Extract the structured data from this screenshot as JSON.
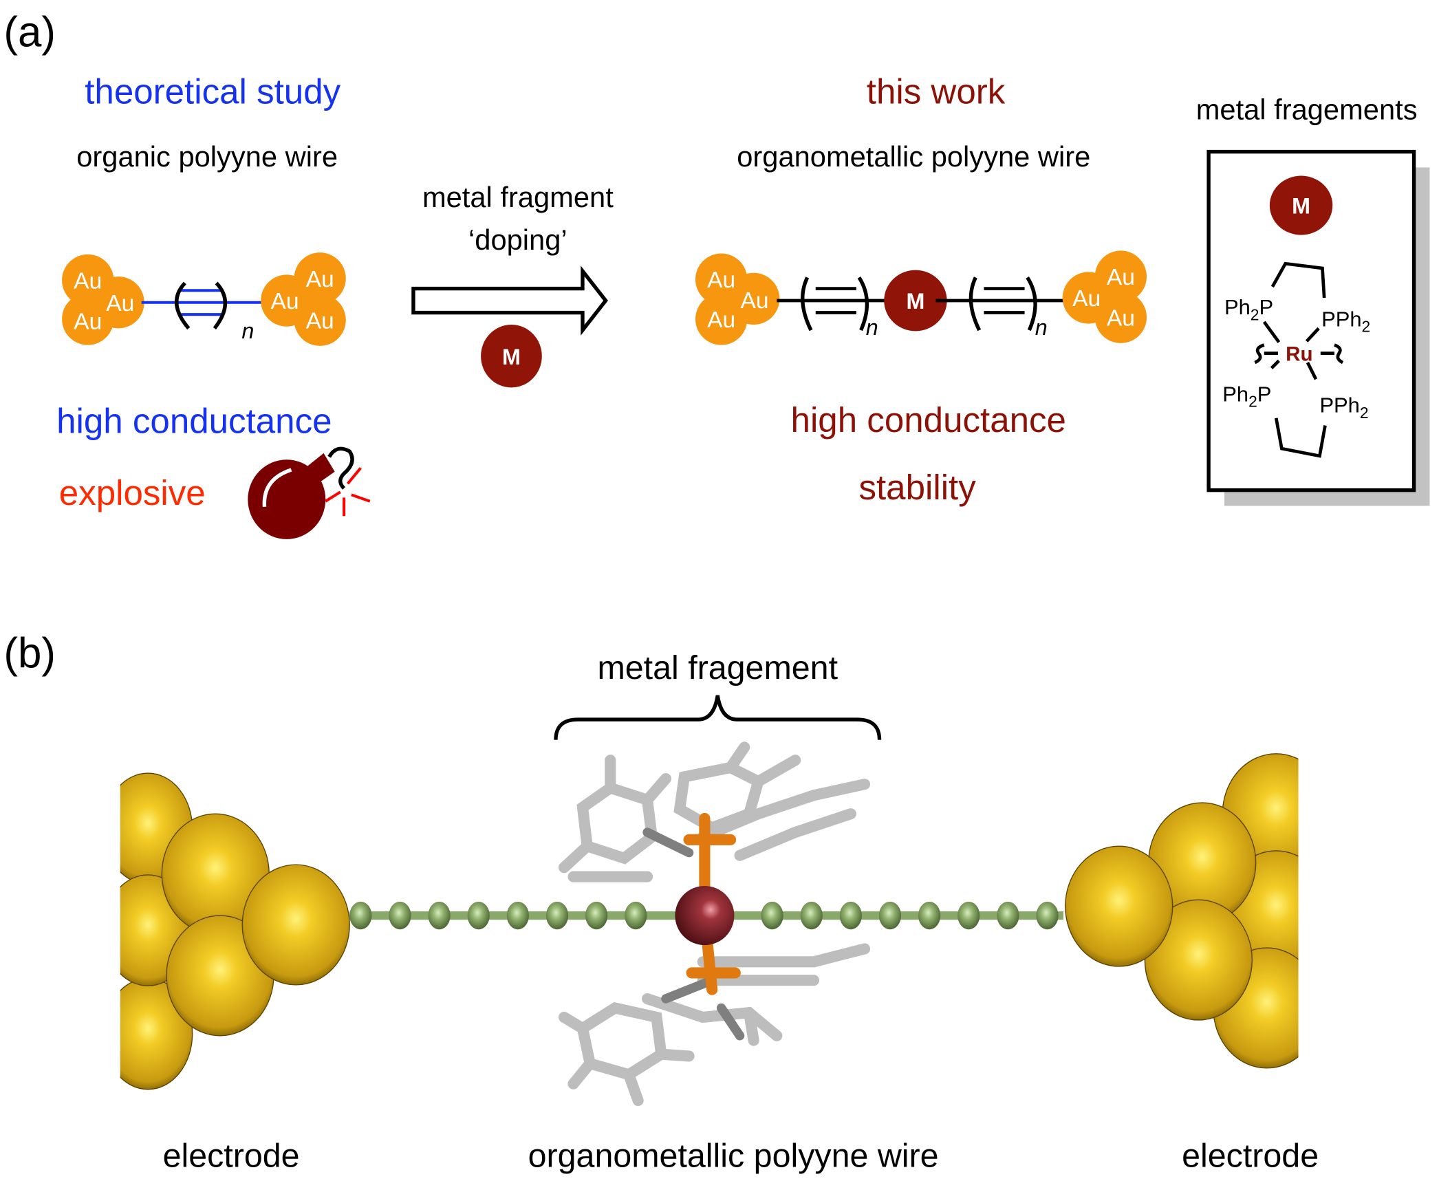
{
  "panel_a": {
    "label": "(a)",
    "left": {
      "heading": "theoretical study",
      "subtitle": "organic polyyne wire",
      "property1": "high conductance",
      "property2": "explosive",
      "cluster_atom": "Au",
      "repeat_index": "n"
    },
    "arrow": {
      "line1": "metal fragment",
      "line2": "‘doping’",
      "metal_symbol": "M"
    },
    "right": {
      "heading": "this work",
      "subtitle": "organometallic polyyne wire",
      "property1": "high conductance",
      "property2": "stability",
      "cluster_atom": "Au",
      "metal_symbol": "M",
      "repeat_index": "n"
    },
    "fragment_box": {
      "title": "metal fragements",
      "metal_symbol": "M",
      "center_atom": "Ru",
      "ligands": [
        {
          "prefix": "Ph",
          "sub": "2",
          "suffix": "P"
        },
        {
          "prefix": "PPh",
          "sub": "2",
          "suffix": ""
        },
        {
          "prefix": "Ph",
          "sub": "2",
          "suffix": "P"
        },
        {
          "prefix": "PPh",
          "sub": "2",
          "suffix": ""
        }
      ]
    }
  },
  "panel_b": {
    "label": "(b)",
    "brace_label": "metal fragement",
    "left_label": "electrode",
    "center_label": "organometallic polyyne wire",
    "right_label": "electrode"
  },
  "colors": {
    "blue": "#1432f0",
    "dark_red": "#8c1208",
    "orange_red": "#ff2a00",
    "gold_cluster": "#f7960f",
    "metal": "#911408",
    "bomb": "#7a0000",
    "electrode_gold": "#e8b81a",
    "carbon_green": "#8aa86a",
    "phosphorus": "#e07a10",
    "ruthenium": "#7a2228"
  }
}
